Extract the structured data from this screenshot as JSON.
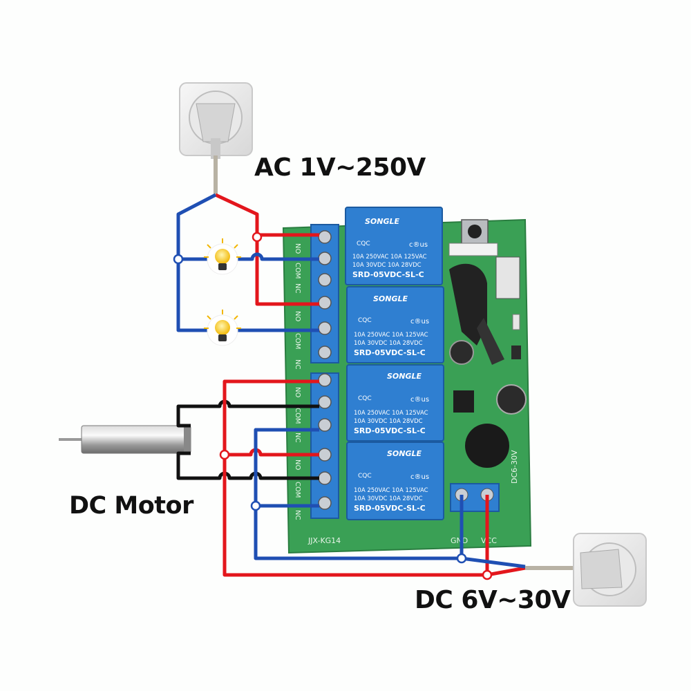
{
  "labels": {
    "ac_supply": "AC 1V~250V",
    "dc_supply": "DC 6V~30V",
    "motor": "DC Motor"
  },
  "board": {
    "model": "JJX-KG14",
    "power_terminal": "DC6-30V",
    "gnd": "GND",
    "vcc": "VCC",
    "terminal_labels": [
      "NO",
      "COM",
      "NC",
      "NO",
      "COM",
      "NC",
      "NO",
      "COM",
      "NC",
      "NO",
      "COM",
      "NC"
    ]
  },
  "relay": {
    "brand": "SONGLE",
    "cert": "CQC",
    "ul": "c®us",
    "rating1": "10A 250VAC  10A 125VAC",
    "rating2": "10A  30VDC  10A  28VDC",
    "model": "SRD-05VDC-SL-C"
  },
  "colors": {
    "pcb": "#3aa055",
    "relay": "#2f7fd1",
    "live_wire": "#e3161c",
    "neutral_wire": "#1f4fb3",
    "motor_wire": "#111111"
  }
}
